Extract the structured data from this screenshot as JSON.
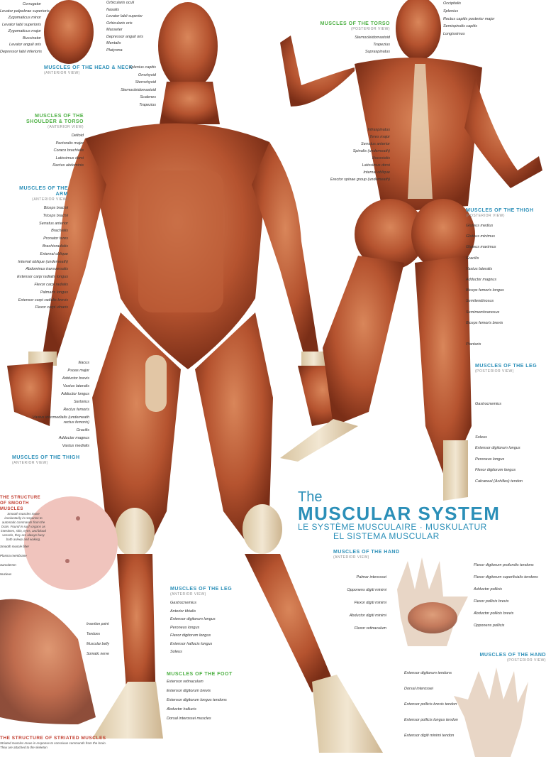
{
  "title": {
    "the": "The",
    "main": "MUSCULAR SYSTEM",
    "sub": "LE SYSTÈME MUSCULAIRE · MUSKULATUR",
    "sub2": "EL SISTEMA MUSCULAR"
  },
  "groups": [
    {
      "id": "g-head",
      "cls": "r",
      "items": [
        "Corrugator",
        "Levator palpebrae superioris",
        "Zygomaticus minor",
        "Levator labii superioris",
        "Zygomaticus major",
        "Buccinator",
        "Levator anguli oris",
        "Depressor labii inferioris"
      ]
    },
    {
      "id": "g-headr",
      "items": [
        "Orbicularis oculi",
        "Nasalis",
        "Levator labii superior",
        "Orbicularis oris",
        "Masseter",
        "Depressor anguli oris",
        "Mentalis",
        "Platysma"
      ]
    },
    {
      "id": "g-headt",
      "cls": "blue",
      "title": "Muscles of the head & neck",
      "sub": "(Anterior view)",
      "items": []
    },
    {
      "id": "g-neck",
      "cls": "r",
      "items": [
        "Splenius capitis",
        "Omohyoid",
        "Sternohyoid",
        "Sternocleidomastoid",
        "Scalenes",
        "Trapezius"
      ]
    },
    {
      "id": "g-shoulder",
      "cls": "green r",
      "title": "Muscles of the shoulder & torso",
      "sub": "(Anterior view)",
      "items": [
        "Deltoid",
        "Pectoralis major",
        "Coraco brachialis",
        "Latissimus dorsi",
        "Rectus abdominis"
      ]
    },
    {
      "id": "g-arm",
      "cls": "blue r",
      "title": "Muscles of the arm",
      "sub": "(Anterior view)",
      "items": [
        "Biceps brachii",
        "Triceps brachii",
        "Serratus anterior",
        "Brachialis",
        "Pronator teres",
        "Brachioradialis",
        "External oblique",
        "Internal oblique (underneath)",
        "Abdominus transversalis",
        "Extensor carpi radialis longus",
        "Flexor carpi radialis",
        "Palmaris longus",
        "Extensor carpi radialis brevis",
        "Flexor carpi ulnaris"
      ]
    },
    {
      "id": "g-thighA",
      "cls": "r",
      "items": [
        "Iliacus",
        "Psoas major",
        "Adductor brevis",
        "Vastus lateralis",
        "Adductor longus",
        "Sartorius",
        "Rectus femoris",
        "Vastus intermedialis (underneath rectus femoris)",
        "Gracilis",
        "Adductor magnus",
        "Vastus medialis"
      ]
    },
    {
      "id": "g-thighAt",
      "cls": "blue",
      "title": "Muscles of the thigh",
      "sub": "(Anterior view)",
      "items": []
    },
    {
      "id": "g-headP",
      "items": [
        "Occipitalis",
        "Splenius",
        "Rectus capitis posterior major",
        "Semispinalis capitis",
        "Longissimus"
      ]
    },
    {
      "id": "g-torsoP",
      "cls": "green r",
      "title": "Muscles of the torso",
      "sub": "(Posterior view)",
      "items": [
        "Sternocleidomastoid",
        "Trapezius",
        "Supraspinatus",
        "",
        "",
        "",
        "",
        "",
        "",
        "",
        "",
        "",
        "",
        "Infraspinatus",
        "Teres major",
        "Serratus anterior",
        "Spinalis (underneath)",
        "Iliocostalis",
        "Latissimus dorsi",
        "Internal oblique",
        "Erector spinae group (underneath)"
      ]
    },
    {
      "id": "g-thighP",
      "cls": "blue",
      "title": "Muscles of the thigh",
      "sub": "(Posterior view)",
      "items": [
        "Gluteus medius",
        "Gluteus minimus",
        "Gluteus maximus",
        "Gracilis",
        "Vastus lateralis",
        "Adductor magnus",
        "Biceps femoris longus",
        "Semitendinosus",
        "Semimembranosus",
        "Biceps femoris brevis",
        "",
        "Plantaris"
      ]
    },
    {
      "id": "g-legP",
      "cls": "blue",
      "title": "Muscles of the leg",
      "sub": "(Posterior view)",
      "items": [
        "Gastrocnemius",
        "",
        "",
        "Soleus",
        "Extensor digitorum longus",
        "Peroneus longus",
        "Flexor digitorum longus",
        "Calcaneal (Achilles) tendon"
      ]
    },
    {
      "id": "g-legA",
      "cls": "blue",
      "title": "Muscles of the leg",
      "sub": "(Anterior view)",
      "items": [
        "Gastrocnemius",
        "Anterior tibialis",
        "Extensor digitorum longus",
        "Peroneus longus",
        "Flexor digitorum longus",
        "Extensor hallucis longus",
        "Soleus"
      ]
    },
    {
      "id": "g-foot",
      "cls": "green",
      "title": "Muscles of the foot",
      "items": [
        "Extensor retinaculum",
        "Extensor digitorum brevis",
        "Extensor digitorum longus tendons",
        "Abductor hallucis",
        "Dorsal interossei muscles"
      ]
    },
    {
      "id": "g-smooth",
      "cls": "red",
      "title": "The structure of smooth muscles",
      "desc": "Smooth muscles move involuntarily in response to automatic commands from the brain. Found in such organs as intestines, skin, eyes, and blood vessels, they are always busy both asleep and waking.",
      "items": [
        "Smooth muscle fiber",
        "Plasma membrane",
        "Sarcolemm",
        "Nucleus"
      ]
    },
    {
      "id": "g-strL",
      "items": [
        "Insertion point",
        "Tendons",
        "Muscular belly",
        "Somatic nerve"
      ]
    },
    {
      "id": "g-striated",
      "cls": "red",
      "title": "The structure of striated muscles",
      "desc": "Striated muscles move in response to conscious commands from the brain. They are attached to the skeleton",
      "items": []
    }
  ],
  "handA": {
    "title": "Muscles of the hand",
    "sub": "(Anterior view)",
    "left": [
      "Palmar interossei",
      "Opponens digiti minimi",
      "Flexor digiti minimi",
      "Abductor digiti minimi",
      "Flexor retinaculum"
    ],
    "right": [
      "Flexor digitorum profundis tendons",
      "Flexor digitorum superficialis tendons",
      "Adductor pollicis",
      "Flexor pollicis brevis",
      "Abductor pollicis brevis",
      "Opponens pollicis"
    ]
  },
  "handP": {
    "title": "Muscles of the hand",
    "sub": "(Posterior view)",
    "items": [
      "Extensor digitorum tendons",
      "Dorsal interossei",
      "Extensor pollicis brevis tendon",
      "Extensor pollicis longus tendon",
      "Extensor digiti minimi tendon"
    ]
  },
  "colors": {
    "muscle": "#b5532f",
    "tendon": "#e8d9bf",
    "accent": "#2b8fb8",
    "green": "#4db043",
    "red": "#c0392b"
  }
}
